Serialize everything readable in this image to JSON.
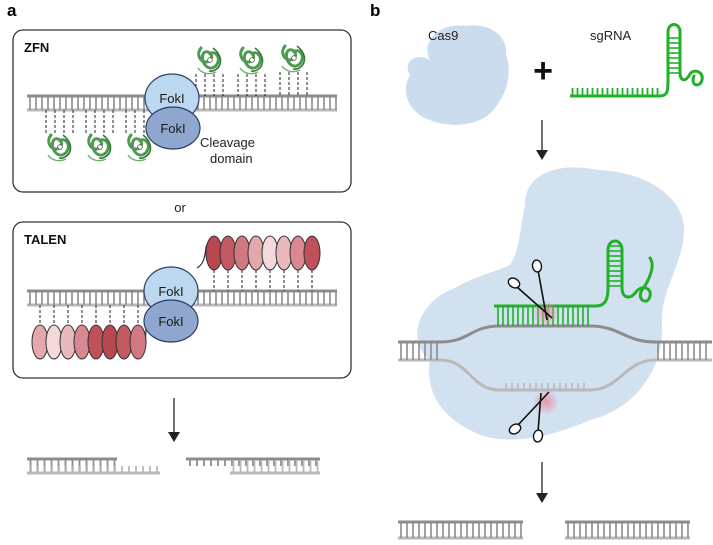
{
  "panels": {
    "a": {
      "letter": "a",
      "zfn": {
        "title": "ZFN",
        "foki_top": "FokI",
        "foki_bottom": "FokI",
        "cleavage_line1": "Cleavage",
        "cleavage_line2": "domain"
      },
      "or": "or",
      "talen": {
        "title": "TALEN",
        "foki_top": "FokI",
        "foki_bottom": "FokI"
      }
    },
    "b": {
      "letter": "b",
      "cas9": "Cas9",
      "sgrna": "sgRNA",
      "plus": "+"
    }
  },
  "colors": {
    "dna": "#8c8c8c",
    "dna_light": "#b9b9b9",
    "foki_light": "#bcd8f0",
    "foki_dark": "#8fa6cf",
    "cas9": "#c5d8ec",
    "sgrna": "#22b02a",
    "zinc_finger": "#4f9a52",
    "cut_glow": "#e8889a",
    "tale_repeats": [
      "#b9474f",
      "#c35a62",
      "#d27880",
      "#e4a7ac",
      "#f3d9da",
      "#e9b9bd",
      "#d98890",
      "#c0505a"
    ]
  }
}
